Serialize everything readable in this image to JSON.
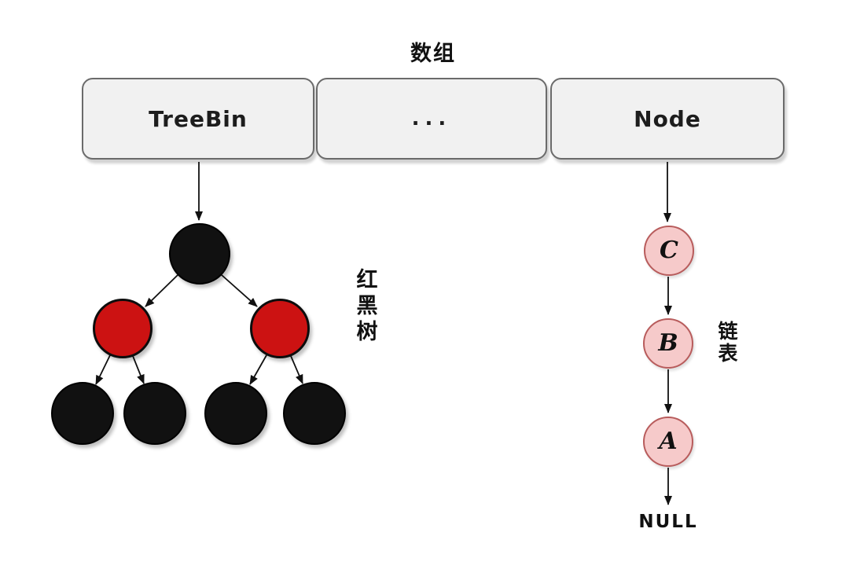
{
  "title": "数组",
  "array_boxes": [
    {
      "label": "TreeBin"
    },
    {
      "label": "..."
    },
    {
      "label": "Node"
    }
  ],
  "rb_tree": {
    "label": "红黑树",
    "label_chars": [
      "红",
      "黑",
      "树"
    ],
    "nodes": [
      {
        "position": "root",
        "color": "black"
      },
      {
        "position": "left-child",
        "color": "red"
      },
      {
        "position": "right-child",
        "color": "red"
      },
      {
        "position": "leaf-1",
        "color": "black"
      },
      {
        "position": "leaf-2",
        "color": "black"
      },
      {
        "position": "leaf-3",
        "color": "black"
      },
      {
        "position": "leaf-4",
        "color": "black"
      }
    ]
  },
  "linked_list": {
    "label": "链表",
    "label_chars": [
      "链",
      "表"
    ],
    "nodes": [
      "C",
      "B",
      "A"
    ],
    "terminator": "NULL"
  },
  "colors": {
    "black_node": "#111111",
    "red_node": "#cc1212",
    "pink_fill": "#f6caca",
    "pink_border": "#b85c5c",
    "box_fill": "#f1f1f1",
    "box_border": "#6b6b6b",
    "arrow_color": "#111111",
    "text_color": "#111111"
  }
}
